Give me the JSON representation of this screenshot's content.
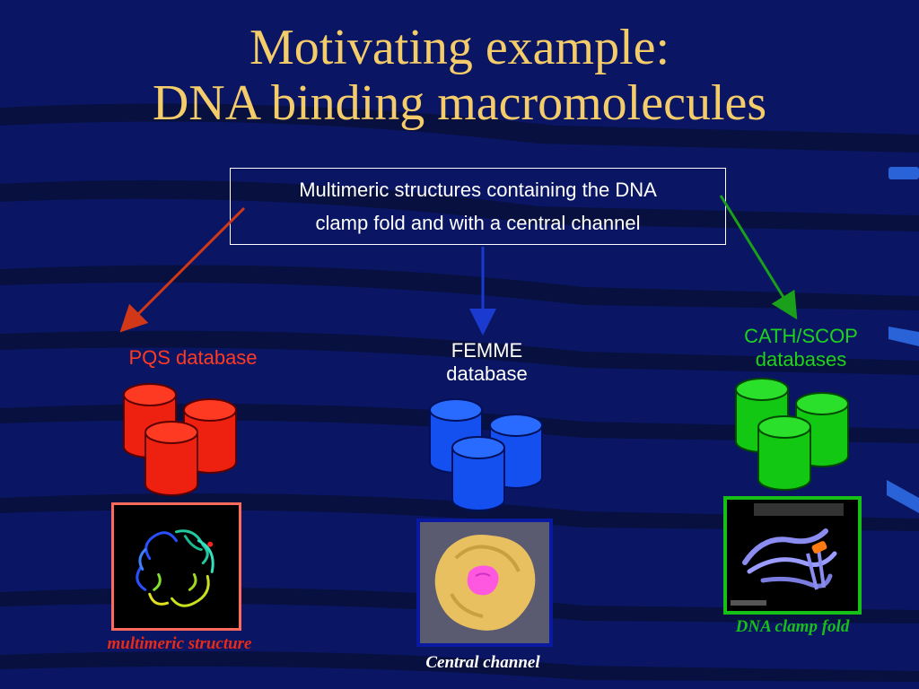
{
  "slide": {
    "title_line1": "Motivating example:",
    "title_line2": "DNA binding macromolecules",
    "callout_line1": "Multimeric structures containing the DNA",
    "callout_line2": "clamp fold and with a central channel"
  },
  "sources": {
    "pqs": {
      "label": "PQS database",
      "caption": "multimeric structure",
      "color": "#ff2a1a",
      "frame_color": "#ff6a5a"
    },
    "femme": {
      "label_line1": "FEMME",
      "label_line2": "database",
      "caption": "Central channel",
      "color": "#1a5cff",
      "frame_color": "#0a1aa0"
    },
    "cath": {
      "label_line1": "CATH/SCOP",
      "label_line2": "databases",
      "caption": "DNA clamp fold",
      "color": "#17d317",
      "frame_color": "#17c017"
    }
  },
  "colors": {
    "background": "#0a1663",
    "title": "#f5cc6a",
    "callout_text": "#ffffff",
    "pqs_arrow": "#d23818",
    "femme_arrow": "#1a3ad0",
    "cath_arrow": "#1aa01a"
  },
  "icons": [
    "database-cylinder-icon",
    "protein-structure-image",
    "arrow-icon"
  ]
}
